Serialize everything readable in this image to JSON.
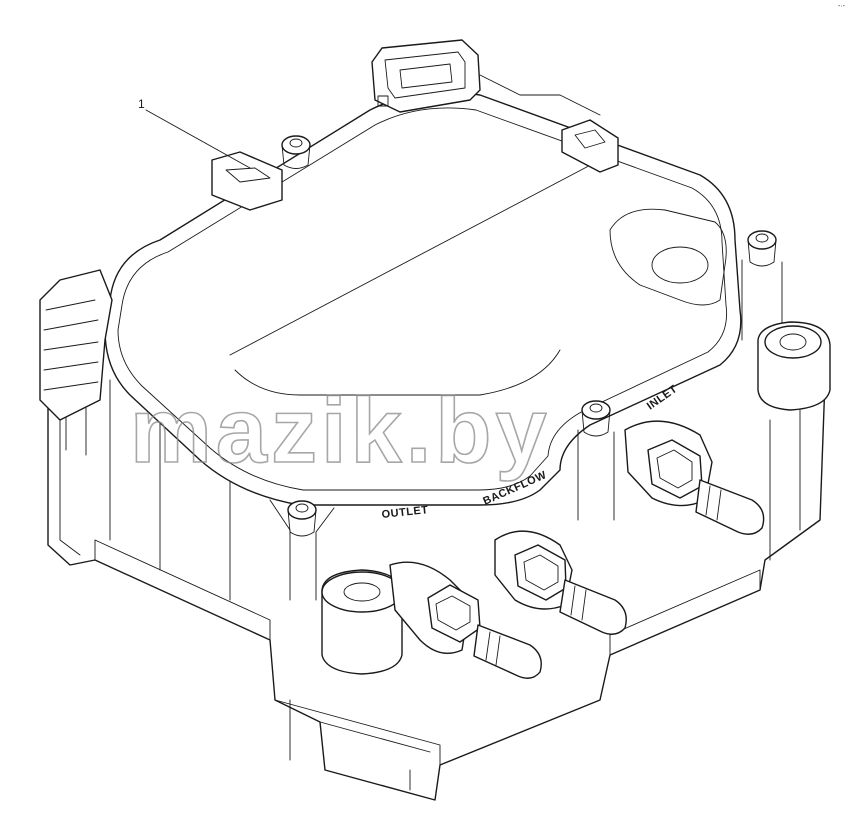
{
  "diagram": {
    "callout_number": "1",
    "port_labels": {
      "outlet": "OUTLET",
      "backflow": "BACKFLOW",
      "inlet": "INLET"
    },
    "watermark": "mazik.by",
    "corner_mark": "-·-"
  },
  "colors": {
    "line": "#1a1a1a",
    "background": "#ffffff",
    "watermark": "#8a8a8a"
  }
}
